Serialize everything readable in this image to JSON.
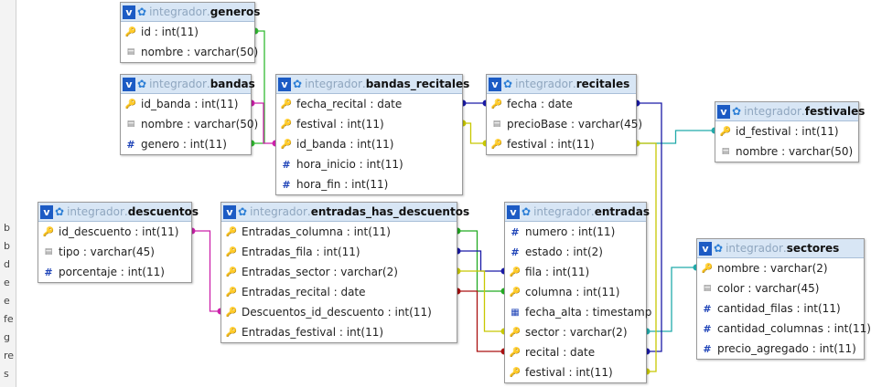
{
  "db_name": "integrador",
  "tables": [
    {
      "key": "generos",
      "name": "generos",
      "fields": [
        {
          "text": "id : int(11)",
          "type": "key"
        },
        {
          "text": "nombre : varchar(50)",
          "type": "text"
        }
      ]
    },
    {
      "key": "bandas",
      "name": "bandas",
      "fields": [
        {
          "text": "id_banda : int(11)",
          "type": "key"
        },
        {
          "text": "nombre : varchar(50)",
          "type": "text"
        },
        {
          "text": "genero : int(11)",
          "type": "num"
        }
      ]
    },
    {
      "key": "bandas_recitales",
      "name": "bandas_recitales",
      "fields": [
        {
          "text": "fecha_recital : date",
          "type": "key"
        },
        {
          "text": "festival : int(11)",
          "type": "key"
        },
        {
          "text": "id_banda : int(11)",
          "type": "key"
        },
        {
          "text": "hora_inicio : int(11)",
          "type": "num"
        },
        {
          "text": "hora_fin : int(11)",
          "type": "num"
        }
      ]
    },
    {
      "key": "recitales",
      "name": "recitales",
      "fields": [
        {
          "text": "fecha : date",
          "type": "key"
        },
        {
          "text": "precioBase : varchar(45)",
          "type": "text"
        },
        {
          "text": "festival : int(11)",
          "type": "key"
        }
      ]
    },
    {
      "key": "festivales",
      "name": "festivales",
      "fields": [
        {
          "text": "id_festival : int(11)",
          "type": "key"
        },
        {
          "text": "nombre : varchar(50)",
          "type": "text"
        }
      ]
    },
    {
      "key": "descuentos",
      "name": "descuentos",
      "fields": [
        {
          "text": "id_descuento : int(11)",
          "type": "key"
        },
        {
          "text": "tipo : varchar(45)",
          "type": "text"
        },
        {
          "text": "porcentaje : int(11)",
          "type": "num"
        }
      ]
    },
    {
      "key": "entradas_has_descuentos",
      "name": "entradas_has_descuentos",
      "fields": [
        {
          "text": "Entradas_columna : int(11)",
          "type": "key"
        },
        {
          "text": "Entradas_fila : int(11)",
          "type": "key"
        },
        {
          "text": "Entradas_sector : varchar(2)",
          "type": "key"
        },
        {
          "text": "Entradas_recital : date",
          "type": "key"
        },
        {
          "text": "Descuentos_id_descuento : int(11)",
          "type": "key"
        },
        {
          "text": "Entradas_festival : int(11)",
          "type": "key"
        }
      ]
    },
    {
      "key": "entradas",
      "name": "entradas",
      "fields": [
        {
          "text": "numero : int(11)",
          "type": "num"
        },
        {
          "text": "estado : int(2)",
          "type": "num"
        },
        {
          "text": "fila : int(11)",
          "type": "key"
        },
        {
          "text": "columna : int(11)",
          "type": "key"
        },
        {
          "text": "fecha_alta : timestamp",
          "type": "date"
        },
        {
          "text": "sector : varchar(2)",
          "type": "key"
        },
        {
          "text": "recital : date",
          "type": "key"
        },
        {
          "text": "festival : int(11)",
          "type": "key"
        }
      ]
    },
    {
      "key": "sectores",
      "name": "sectores",
      "fields": [
        {
          "text": "nombre : varchar(2)",
          "type": "key"
        },
        {
          "text": "color : varchar(45)",
          "type": "text"
        },
        {
          "text": "cantidad_filas : int(11)",
          "type": "num"
        },
        {
          "text": "cantidad_columnas : int(11)",
          "type": "num"
        },
        {
          "text": "precio_agregado : int(11)",
          "type": "num"
        }
      ]
    }
  ],
  "relations": [
    {
      "from": "bandas.genero",
      "to": "generos.id",
      "color": "#33bb33"
    },
    {
      "from": "bandas_recitales.id_banda",
      "to": "bandas.id_banda",
      "color": "#cc22aa"
    },
    {
      "from": "bandas_recitales.fecha_recital",
      "to": "recitales.fecha",
      "color": "#1a1aa6"
    },
    {
      "from": "bandas_recitales.festival",
      "to": "recitales.festival",
      "color": "#c8c800"
    },
    {
      "from": "recitales.festival",
      "to": "festivales.id_festival",
      "color": "#22aaaa"
    },
    {
      "from": "entradas_has_descuentos.Descuentos_id_descuento",
      "to": "descuentos.id_descuento",
      "color": "#cc22aa"
    },
    {
      "from": "entradas_has_descuentos.Entradas_columna",
      "to": "entradas.columna",
      "color": "#22aa22"
    },
    {
      "from": "entradas_has_descuentos.Entradas_fila",
      "to": "entradas.fila",
      "color": "#1a1aa6"
    },
    {
      "from": "entradas_has_descuentos.Entradas_sector",
      "to": "entradas.sector",
      "color": "#c8c800"
    },
    {
      "from": "entradas_has_descuentos.Entradas_recital",
      "to": "entradas.recital",
      "color": "#aa1111"
    },
    {
      "from": "entradas.sector",
      "to": "sectores.nombre",
      "color": "#22aaaa"
    },
    {
      "from": "entradas.recital",
      "to": "recitales.fecha",
      "color": "#1a1aa6"
    },
    {
      "from": "entradas.festival",
      "to": "recitales.festival",
      "color": "#c8c800"
    }
  ],
  "left_strip_letters": [
    "b",
    "b",
    "d",
    "e",
    "e",
    "fe",
    "g",
    "re",
    "s"
  ],
  "icons": {
    "table_badge": "v",
    "gear": "gear-icon"
  }
}
